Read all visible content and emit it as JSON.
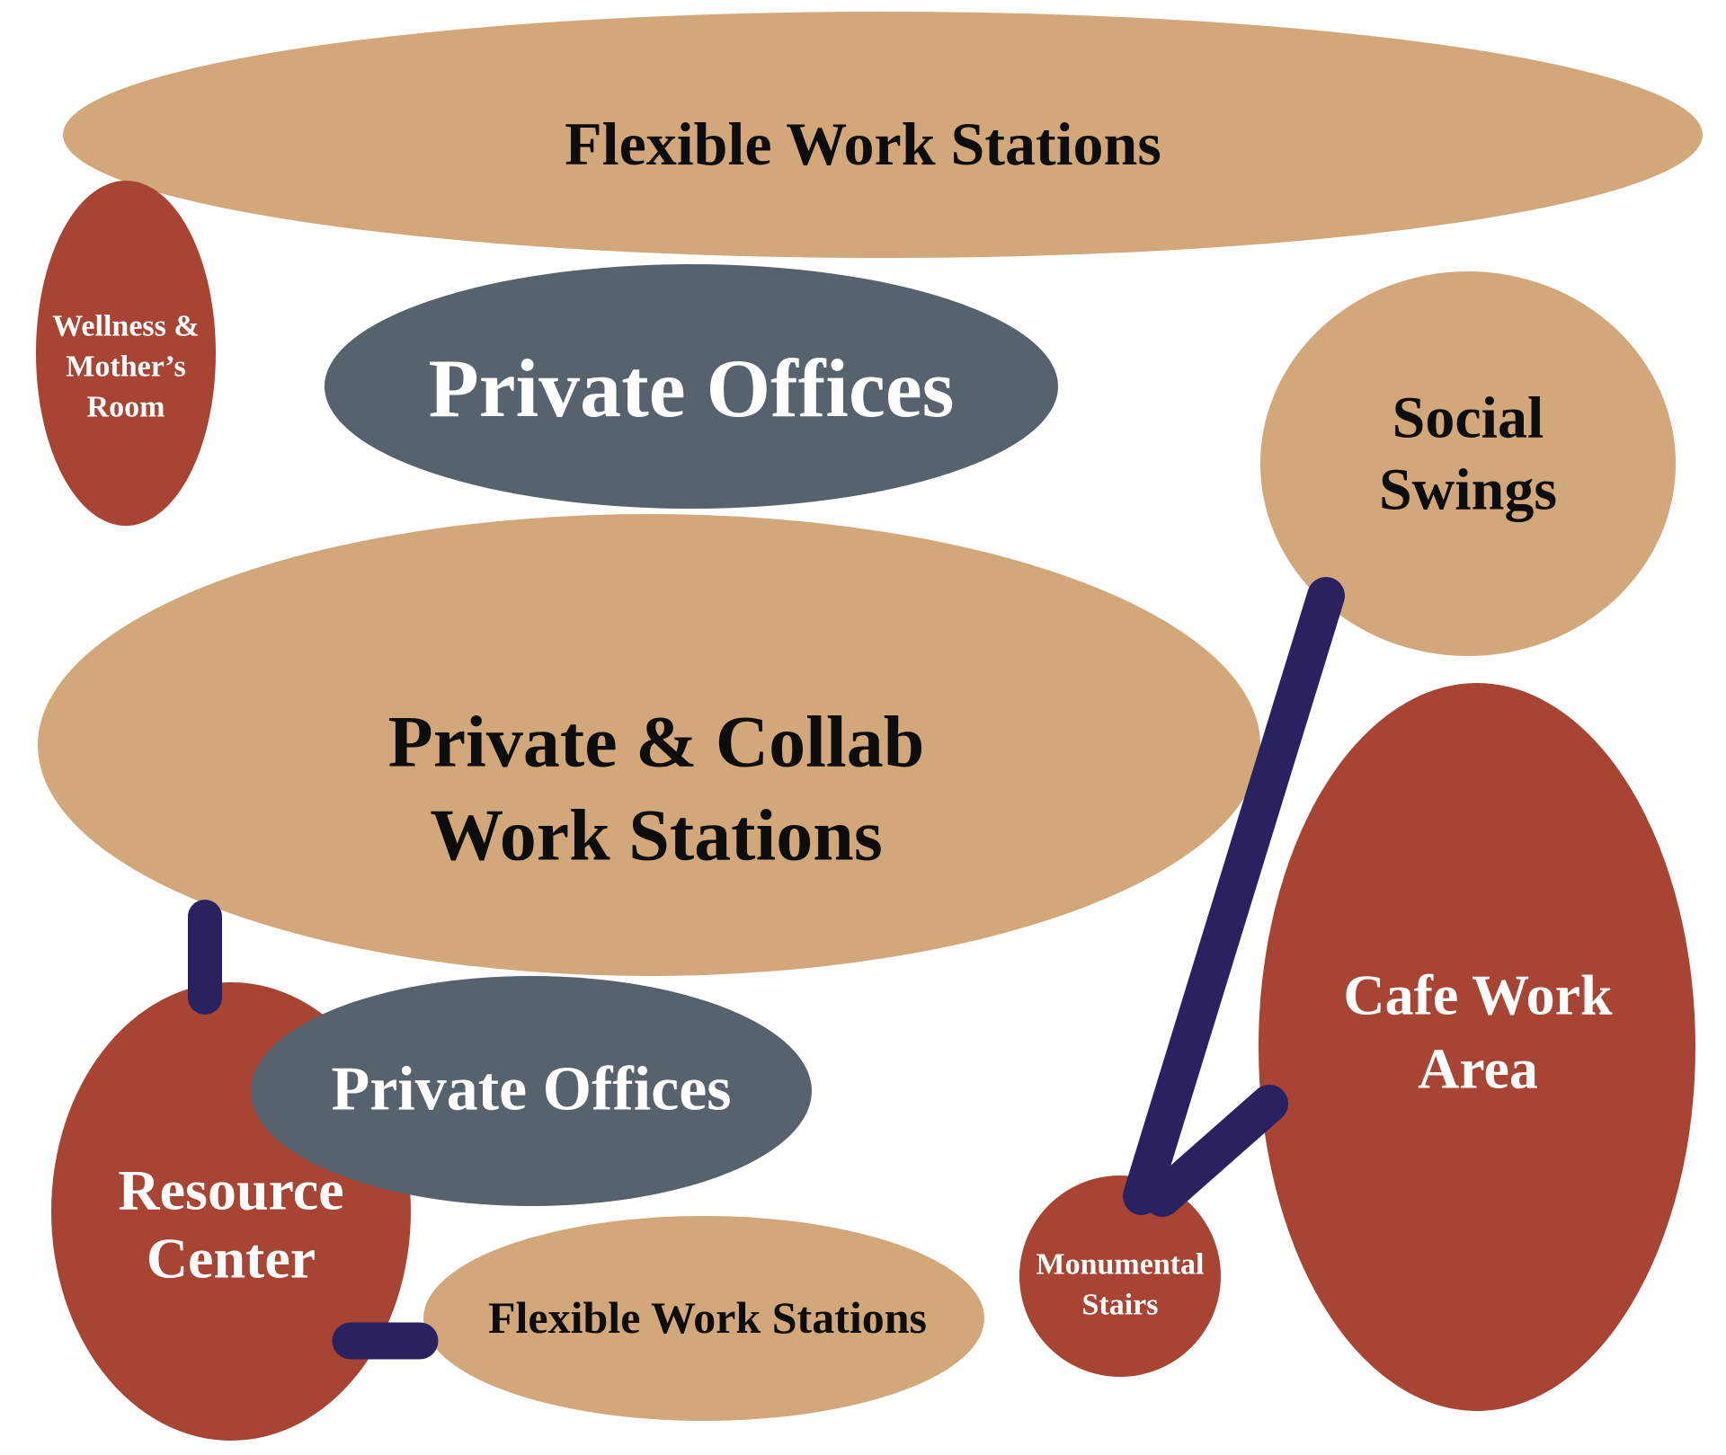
{
  "colors": {
    "background": "#ffffff",
    "tan": "#d2a87a",
    "red": "#a84434",
    "slate": "#57626d",
    "navy": "#2a2161",
    "text_dark": "#0d0d0d",
    "text_light": "#ffffff"
  },
  "bubbles": {
    "flexible_top": {
      "lines": [
        "Flexible Work Stations"
      ]
    },
    "wellness": {
      "lines": [
        "Wellness &",
        "Mother’s",
        "Room"
      ]
    },
    "private_offices_top": {
      "lines": [
        "Private Offices"
      ]
    },
    "social_swings": {
      "lines": [
        "Social",
        "Swings"
      ]
    },
    "private_collab": {
      "lines": [
        "Private & Collab",
        "Work Stations"
      ]
    },
    "resource_center": {
      "lines": [
        "Resource",
        "Center"
      ]
    },
    "private_offices_bottom": {
      "lines": [
        "Private Offices"
      ]
    },
    "flexible_bottom": {
      "lines": [
        "Flexible Work Stations"
      ]
    },
    "cafe_work": {
      "lines": [
        "Cafe Work",
        "Area"
      ]
    },
    "monumental_stairs": {
      "lines": [
        "Monumental",
        "Stairs"
      ]
    }
  }
}
